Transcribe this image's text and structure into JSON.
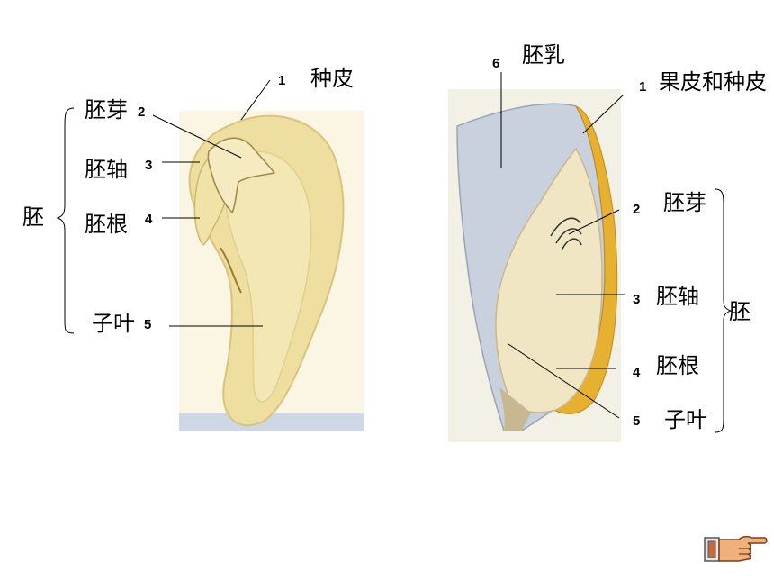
{
  "bean": {
    "embryo_label": "胚",
    "labels": [
      {
        "num": "1",
        "text": "种皮"
      },
      {
        "num": "2",
        "text": "胚芽"
      },
      {
        "num": "3",
        "text": "胚轴"
      },
      {
        "num": "4",
        "text": "胚根"
      },
      {
        "num": "5",
        "text": "子叶"
      }
    ]
  },
  "corn": {
    "embryo_label": "胚",
    "labels": [
      {
        "num": "6",
        "text": "胚乳"
      },
      {
        "num": "1",
        "text": "果皮和种皮"
      },
      {
        "num": "2",
        "text": "胚芽"
      },
      {
        "num": "3",
        "text": "胚轴"
      },
      {
        "num": "4",
        "text": "胚根"
      },
      {
        "num": "5",
        "text": "子叶"
      }
    ]
  },
  "nav": {
    "next_icon": "pointing-hand-icon"
  },
  "colors": {
    "bean_body": "#eedfa0",
    "bean_edge": "#d8c47c",
    "corn_endosperm": "#c9d1de",
    "corn_hull": "#e6b030",
    "corn_embryo": "#f0e6c4"
  }
}
